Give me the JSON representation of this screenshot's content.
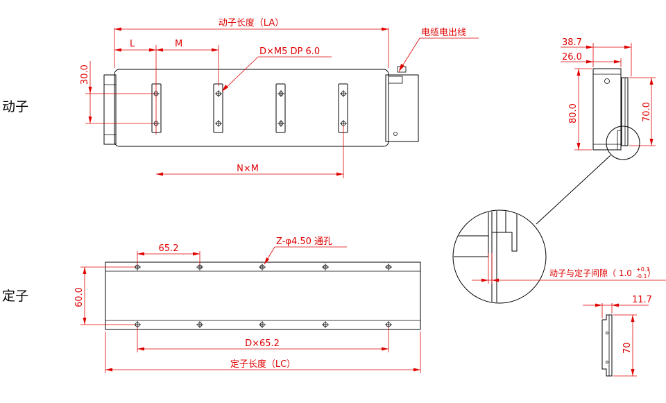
{
  "labels": {
    "mover": "动子",
    "stator": "定子"
  },
  "mover": {
    "length_label": "动子长度（LA）",
    "cable_label": "电缆电出线",
    "dim_L": "L",
    "dim_M": "M",
    "hole_spec": "D×M5  DP  6.0",
    "dim_30": "30.0",
    "dim_NxM": "N×M"
  },
  "stator": {
    "pitch": "65.2",
    "hole_spec": "Z-φ4.50  通孔",
    "dim_60": "60.0",
    "dim_Dx": "D×65.2",
    "length_label": "定子长度（LC）"
  },
  "side_view": {
    "dim_38_7": "38.7",
    "dim_26": "26.0",
    "dim_80": "80.0",
    "dim_70": "70.0",
    "gap_label": "动子与定子间隙（ 1.0",
    "gap_tol_upper": "+0.3",
    "gap_tol_lower": "-0.1",
    "gap_close": "）"
  },
  "stator_side": {
    "dim_11_7": "11.7",
    "dim_70": "70"
  }
}
